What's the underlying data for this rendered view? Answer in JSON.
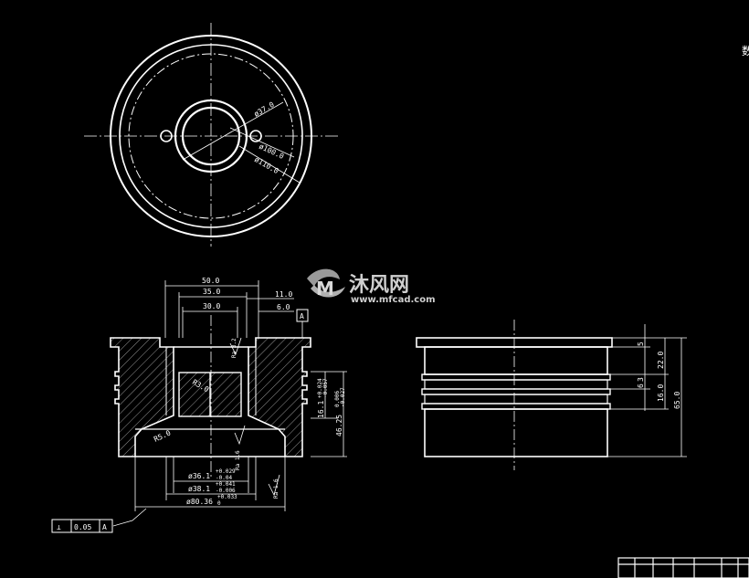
{
  "top_view": {
    "dia_bore": "ø37.0",
    "dia_bolt": "ø100.0",
    "dia_outer": "ø110.0"
  },
  "section_view": {
    "dim_50": "50.0",
    "dim_35": "35.0",
    "dim_30": "30.0",
    "dim_11": "11.0",
    "dim_6": "6.0",
    "datum_ref": "A",
    "rough_1": "Ra 3.2",
    "rough_2": "Ra 1.6",
    "rough_3": "Ra 1.6",
    "radius_1": "R3.0",
    "radius_2": "R5.0",
    "dim_16": "16.1",
    "dim_16_tol_u": "+0.024",
    "dim_16_tol_l": "-0.057",
    "dim_46": "46.25",
    "dim_46_tol_u": "0.006",
    "dim_46_tol_l": "-0.027",
    "dia_36": "ø36.1",
    "dia_36_tol_u": "+0.029",
    "dia_36_tol_l": "-0.04",
    "dia_38": "ø38.1",
    "dia_38_tol_u": "+0.041",
    "dia_38_tol_l": "-0.006",
    "dia_80": "ø80.36",
    "dia_80_tol_u": "+0.033",
    "dia_80_tol_l": "0"
  },
  "side_view": {
    "dim_5": "5",
    "dim_22": "22.0",
    "dim_65": "65.0",
    "dim_6": "6",
    "dim_3": "3",
    "dim_16": "16.0"
  },
  "tolerance_frame": {
    "symbol": "⊥",
    "value": "0.05",
    "datum": "A"
  },
  "watermark": {
    "brand_cn": "沐风网",
    "url": "www.mfcad.com"
  },
  "corner_text": "数"
}
